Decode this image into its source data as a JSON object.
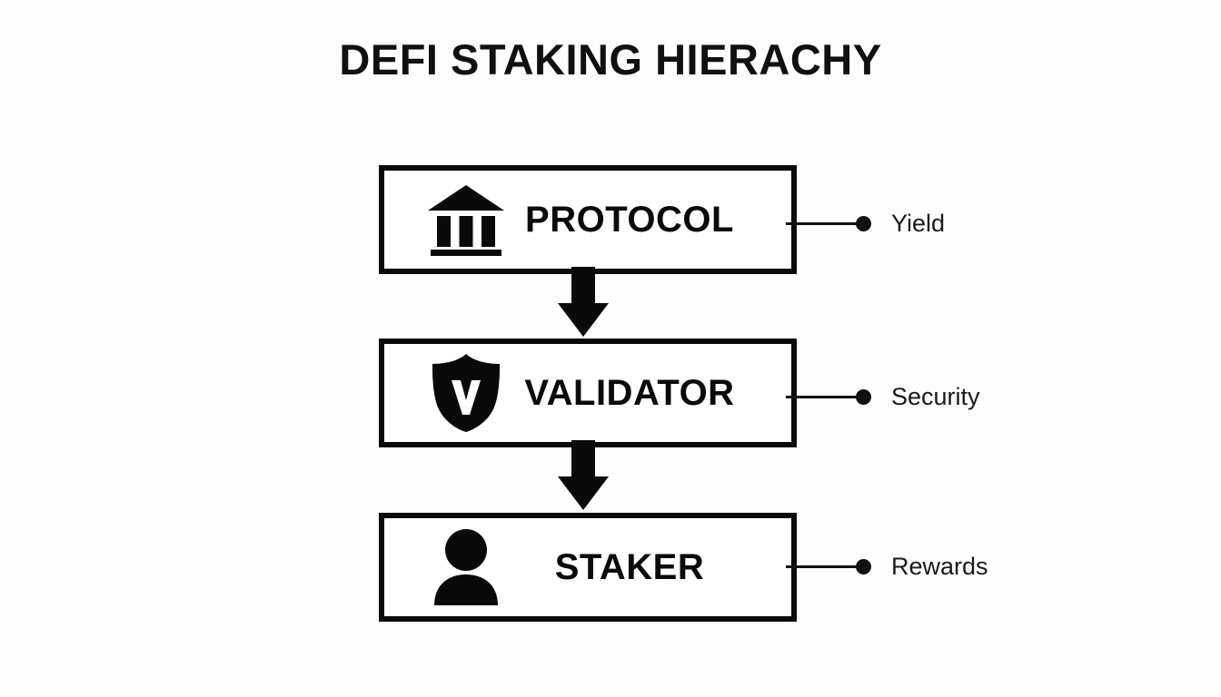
{
  "title": "DEFI STAKING HIERACHY",
  "colors": {
    "background": "#fdfdfd",
    "stroke": "#0a0a0a",
    "box_fill": "#ffffff",
    "text": "#101010",
    "annotation_text": "#1a1a1a"
  },
  "nodes": [
    {
      "id": "protocol",
      "label": "PROTOCOL",
      "icon": "bank-icon",
      "level": 1,
      "annotation": "Yield"
    },
    {
      "id": "validator",
      "label": "VALIDATOR",
      "icon": "shield-v-icon",
      "level": 2,
      "annotation": "Security"
    },
    {
      "id": "staker",
      "label": "STAKER",
      "icon": "person-icon",
      "level": 3,
      "annotation": "Rewards"
    }
  ],
  "annotations": [
    {
      "id": "yield",
      "label": "Yield",
      "attached_to": "protocol"
    },
    {
      "id": "security",
      "label": "Security",
      "attached_to": "validator"
    },
    {
      "id": "rewards",
      "label": "Rewards",
      "attached_to": "staker"
    }
  ],
  "connectors": [
    {
      "id": "protocol-to-validator",
      "from": "protocol",
      "to": "validator",
      "style": "down-arrow"
    },
    {
      "id": "validator-to-staker",
      "from": "validator",
      "to": "staker",
      "style": "down-arrow"
    }
  ]
}
